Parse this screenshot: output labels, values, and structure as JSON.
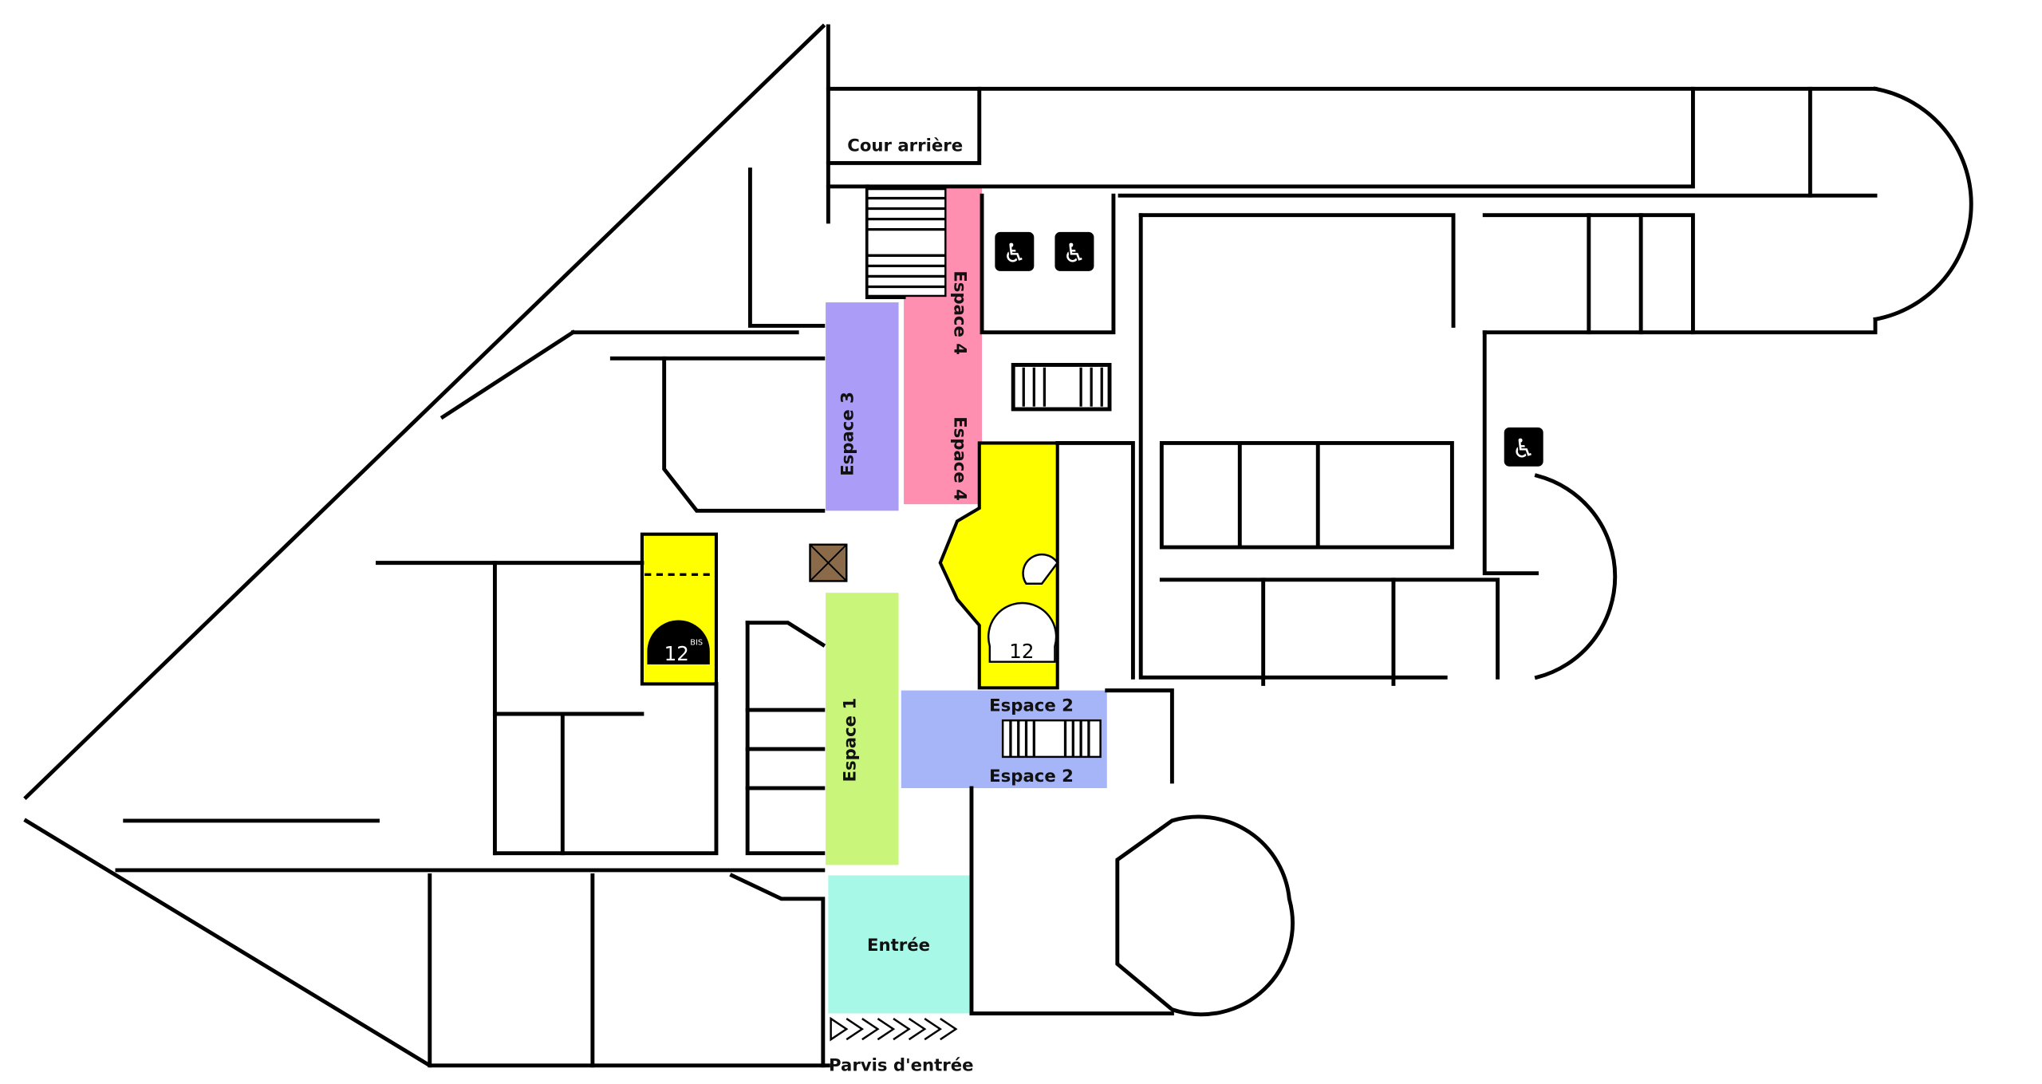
{
  "title": "Plan du rez-de-chaussée",
  "labels": {
    "cour_arriere": "Cour arrière",
    "espace1": "Espace 1",
    "espace2_top": "Espace 2",
    "espace2_bottom": "Espace 2",
    "espace3": "Espace 3",
    "espace4_top": "Espace 4",
    "espace4_bottom": "Espace 4",
    "entree": "Entrée",
    "parvis": "Parvis d'entrée",
    "room12": "12",
    "room12bis": "12",
    "room12bis_sup": "BIS"
  },
  "colors": {
    "espace1": "#c8f57a",
    "espace2": "#a6b4f8",
    "espace3": "#ab9cf8",
    "espace4": "#ff8fb0",
    "entree": "#a8f8e8",
    "room12": "#ffff00"
  },
  "icons": [
    "wheelchair-icon",
    "wheelchair-icon",
    "wheelchair-icon",
    "stairs-icon",
    "elevator-icon",
    "spiral-stair-icon"
  ]
}
